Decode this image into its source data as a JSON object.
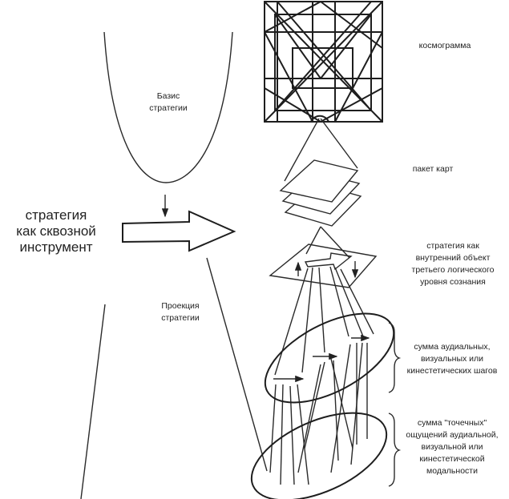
{
  "left": {
    "basis": [
      "Базис",
      "стратегии"
    ],
    "main": [
      "стратегия",
      "как сквозной",
      "инструмент"
    ],
    "projection": [
      "Проекция",
      "стратегии"
    ]
  },
  "right": {
    "cosmogram": "космограмма",
    "cards": "пакет карт",
    "strategy": [
      "стратегия как",
      "внутренний объект",
      "третьего логического",
      "уровня сознания"
    ],
    "steps": [
      "сумма аудиальных,",
      "визуальных или",
      "кинестетических шагов"
    ],
    "sensations": [
      "сумма \"точечных\"",
      "ощущений аудиальной,",
      "визуальной или",
      "кинестетической",
      "модальности"
    ]
  }
}
